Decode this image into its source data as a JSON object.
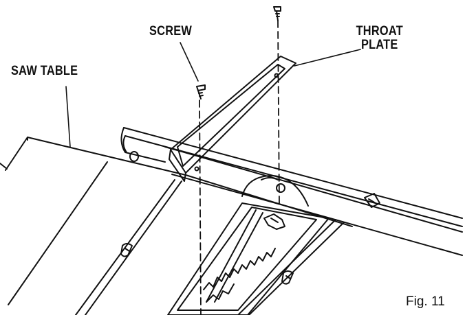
{
  "figure": {
    "caption": "Fig. 11",
    "labels": {
      "screw": "SCREW",
      "throat_plate_line1": "THROAT",
      "throat_plate_line2": "PLATE",
      "saw_table": "SAW TABLE"
    }
  },
  "colors": {
    "ink": "#111111",
    "background": "#ffffff"
  }
}
